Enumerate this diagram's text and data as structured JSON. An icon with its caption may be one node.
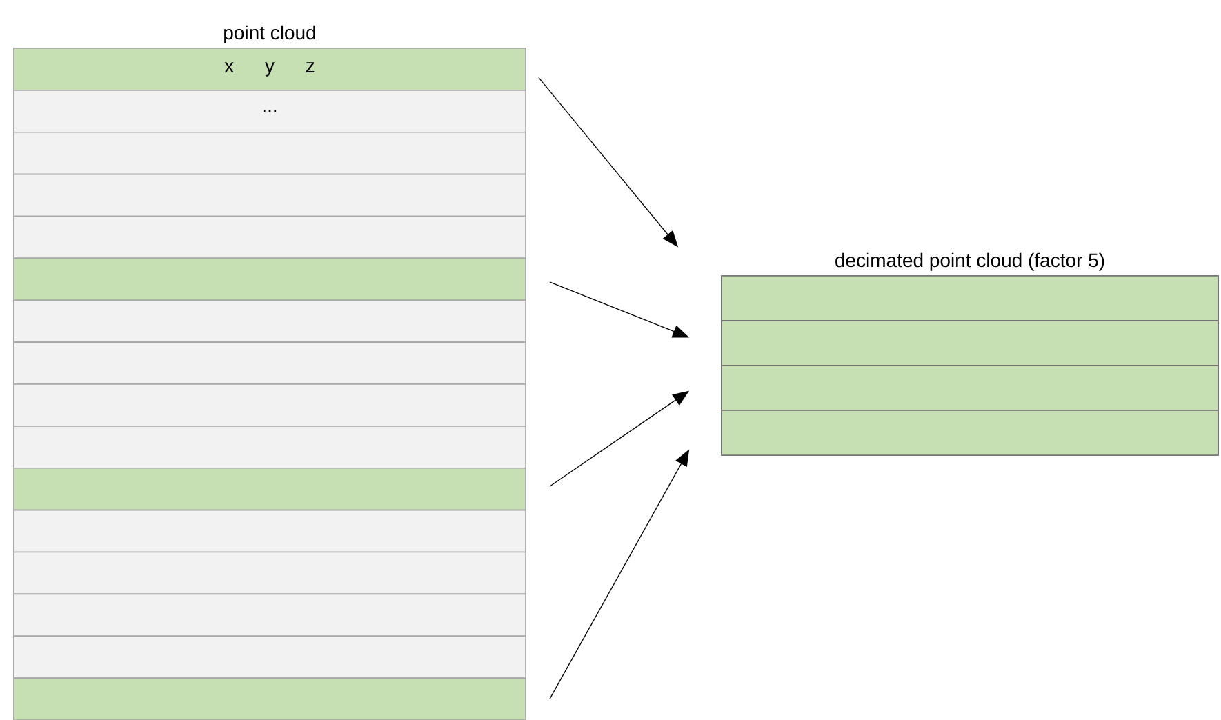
{
  "diagram": {
    "nodes": [
      {
        "text": [
          "point cloud"
        ]
      },
      {
        "text": [
          "x y z"
        ],
        "in": 0
      },
      {
        "text": [
          "..."
        ],
        "in": 0
      },
      {
        "text": [],
        "shape": "bar",
        "in": 0
      },
      {
        "text": [],
        "shape": "bar",
        "in": 0
      },
      {
        "text": [],
        "shape": "bar",
        "in": 0
      },
      {
        "text": [],
        "shape": "bar",
        "in": 0
      },
      {
        "text": [],
        "shape": "bar",
        "in": 0
      },
      {
        "text": [],
        "shape": "bar",
        "in": 0
      },
      {
        "text": [],
        "shape": "bar",
        "in": 0
      },
      {
        "text": [],
        "shape": "bar",
        "in": 0
      },
      {
        "text": [],
        "shape": "bar",
        "in": 0
      },
      {
        "text": [],
        "shape": "bar",
        "in": 0
      },
      {
        "text": [],
        "shape": "bar",
        "in": 0
      },
      {
        "text": [],
        "shape": "bar",
        "in": 0
      },
      {
        "text": [],
        "shape": "bar",
        "in": 0
      },
      {
        "text": [],
        "shape": "bar",
        "in": 0
      },
      {
        "text": [
          "decimated point cloud (factor 5)"
        ]
      },
      {
        "text": [],
        "shape": "bar",
        "in": 17
      },
      {
        "text": [],
        "shape": "bar",
        "in": 17
      },
      {
        "text": [],
        "shape": "bar",
        "in": 17
      },
      {
        "text": [],
        "shape": "bar",
        "in": 17
      }
    ],
    "edges": [
      {
        "from": 1,
        "to": 18,
        "arrow": "to"
      },
      {
        "from": 6,
        "to": 19,
        "arrow": "to"
      },
      {
        "from": 11,
        "to": 20,
        "arrow": "to"
      },
      {
        "from": 16,
        "to": 21,
        "arrow": "to"
      }
    ]
  }
}
